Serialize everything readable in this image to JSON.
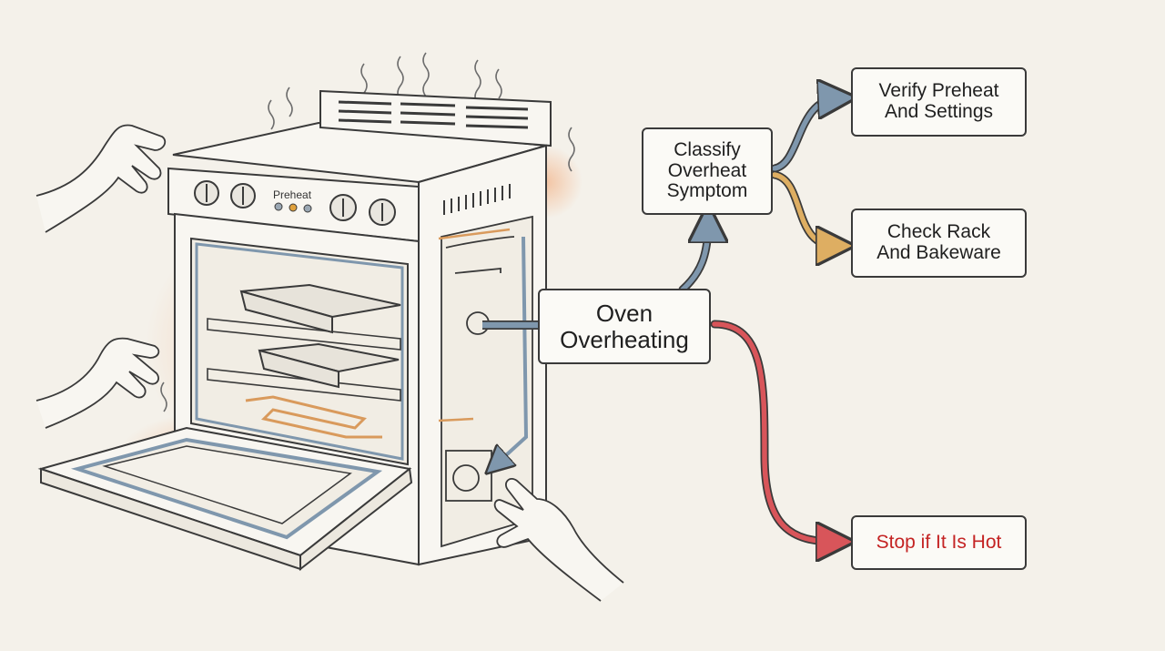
{
  "oven": {
    "panel_label": "Preheat",
    "indicator_colors": [
      "#9aa7b3",
      "#e0a13c",
      "#9aa7b3"
    ]
  },
  "nodes": {
    "root": "Oven\nOverheating",
    "classify": "Classify\nOverheat\nSymptom",
    "verify": "Verify Preheat\nAnd Settings",
    "check": "Check Rack\nAnd Bakeware",
    "stop": "Stop if It Is Hot"
  },
  "colors": {
    "arrow_blue": "#7f97ad",
    "arrow_orange": "#deae62",
    "arrow_red": "#d8555a",
    "stop_text": "#c42323",
    "heat_glow": "#f2a06a",
    "line": "#3a3a3a"
  },
  "icons": [
    "heat-waves-icon",
    "hand-icon",
    "fan-icon"
  ]
}
